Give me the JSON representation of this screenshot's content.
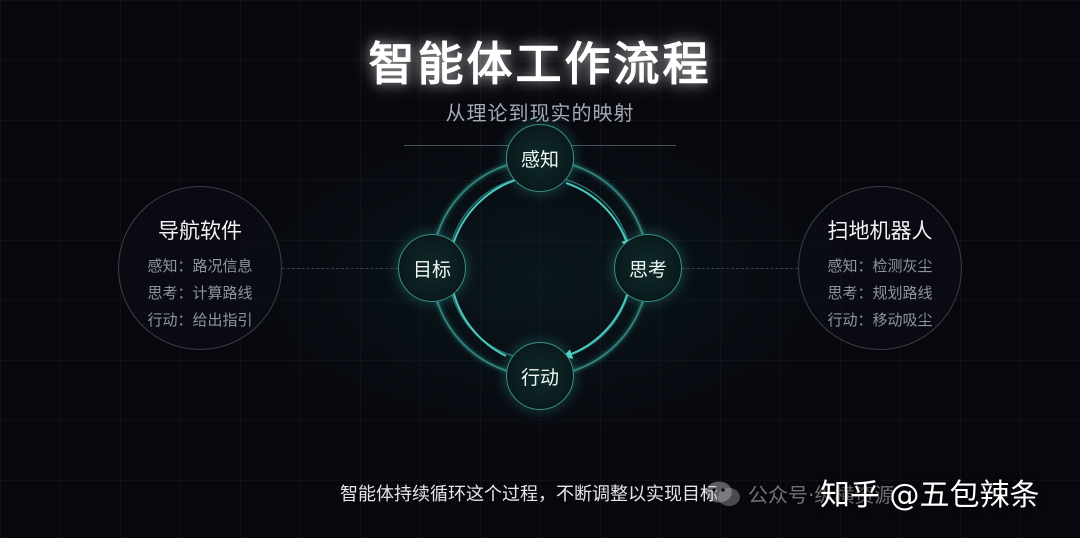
{
  "title": "智能体工作流程",
  "subtitle": "从理论到现实的映射",
  "cycle": {
    "top": "感知",
    "right": "思考",
    "bottom": "行动",
    "left": "目标"
  },
  "left_panel": {
    "title": "导航软件",
    "lines": [
      "感知：路况信息",
      "思考：计算路线",
      "行动：给出指引"
    ]
  },
  "right_panel": {
    "title": "扫地机器人",
    "lines": [
      "感知：检测灰尘",
      "思考：规划路线",
      "行动：移动吸尘"
    ]
  },
  "footer": "智能体持续循环这个过程，不断调整以实现目标",
  "watermarks": {
    "wechat": "公众号·纵横资源",
    "zhihu": "知乎 @五包辣条"
  },
  "colors": {
    "accent": "#49c9bd",
    "ring": "#2f7f7a",
    "background": "#07070d"
  }
}
